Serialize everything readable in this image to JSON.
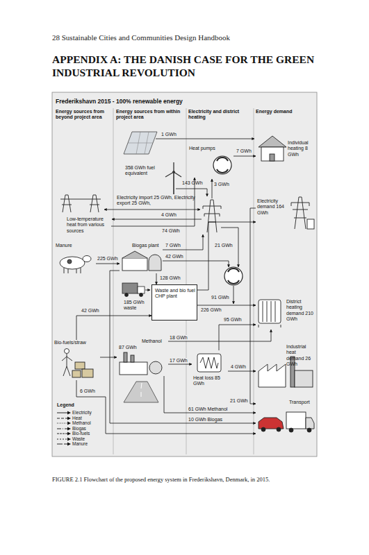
{
  "diagram": {
    "title": "APPENDIX A: THE DANISH CASE FOR THE GREEN INDUSTRIAL REVOLUTION",
    "caption": "FIGURE 2.1 Flowchart of the proposed energy system in Frederikshavn, Denmark, in 2015.",
    "nodes": [
      {
        "text": [
          "Heat pumps"
        ]
      },
      {
        "text": [
          "Individual heating 8 GWh"
        ]
      },
      {
        "text": [
          "Electricity demand 164 GWh"
        ]
      },
      {
        "text": [
          "Low-temperature heat from various sources"
        ]
      },
      {
        "text": [
          "Manure"
        ]
      },
      {
        "text": [
          "Biogas plant"
        ]
      },
      {
        "text": [
          "Waste and bio fuel CHP plant"
        ]
      },
      {
        "text": [
          "District heating demand 210 GWh"
        ]
      },
      {
        "text": [
          "Bio-fuels/straw"
        ]
      },
      {
        "text": [
          "Methanol"
        ]
      },
      {
        "text": [
          "Industrial heat demand 26 GWh"
        ]
      },
      {
        "text": [
          "Heat loss 85 GWh"
        ]
      },
      {
        "text": [
          "Transport"
        ]
      }
    ],
    "edges": [
      {
        "from": 0,
        "to": 1,
        "label": "7 GWh",
        "arrow": "to"
      },
      {
        "from": 3,
        "to": 0,
        "label": "74 GWh",
        "arrow": "to"
      },
      {
        "from": 4,
        "to": 5,
        "label": "225 GWh",
        "arrow": "to"
      },
      {
        "from": 5,
        "to": 6,
        "label": "128 GWh",
        "arrow": "to"
      },
      {
        "from": 5,
        "to": 12,
        "label": "10 GWh Biogas",
        "arrow": "to"
      },
      {
        "from": 8,
        "to": 6,
        "label": "42 GWh",
        "arrow": "to"
      },
      {
        "from": 8,
        "to": 9,
        "label": "87 GWh",
        "arrow": "to"
      },
      {
        "from": 8,
        "to": 12,
        "label": "6 GWh",
        "arrow": "to"
      },
      {
        "from": 6,
        "to": 2,
        "label": "91 GWh",
        "arrow": "to"
      },
      {
        "from": 6,
        "to": 7,
        "label": "226 GWh",
        "arrow": "to"
      },
      {
        "from": 9,
        "to": 7,
        "label": "18 GWh",
        "arrow": "to"
      },
      {
        "from": 9,
        "to": 11,
        "label": "17 GWh",
        "arrow": "to"
      },
      {
        "from": 9,
        "to": 12,
        "label": "61 GWh Methanol",
        "arrow": "to"
      },
      {
        "from": 2,
        "to": 12,
        "label": "21 GWh",
        "arrow": "to"
      },
      {
        "from": 11,
        "to": 7,
        "label": "95 GWh",
        "arrow": "to"
      },
      {
        "from": 11,
        "to": 10,
        "label": "4 GWh",
        "arrow": "to"
      }
    ],
    "labels": [
      "28 Sustainable Cities and Communities Design Handbook",
      "Frederikshavn 2015 - 100% renewable energy",
      "Energy sources from beyond project area",
      "Energy sources from within project area",
      "Electricity and district heating",
      "Energy demand",
      "1 GWh",
      "358 GWh fuel equivalent",
      "143 GWh",
      "3 GWh",
      "Electricity import 25 GWh, Electricity export 25 GWh,",
      "4 GWh",
      "7 GWh",
      "42 GWh",
      "21 GWh",
      "185 GWh waste",
      "Legend"
    ],
    "legend": [
      {
        "text": "Electricity"
      },
      {
        "text": "Heat"
      },
      {
        "text": "Methanol"
      },
      {
        "text": "Biogas"
      },
      {
        "text": "Bio-fuels"
      },
      {
        "text": "Waste"
      },
      {
        "text": "Manure"
      }
    ]
  }
}
